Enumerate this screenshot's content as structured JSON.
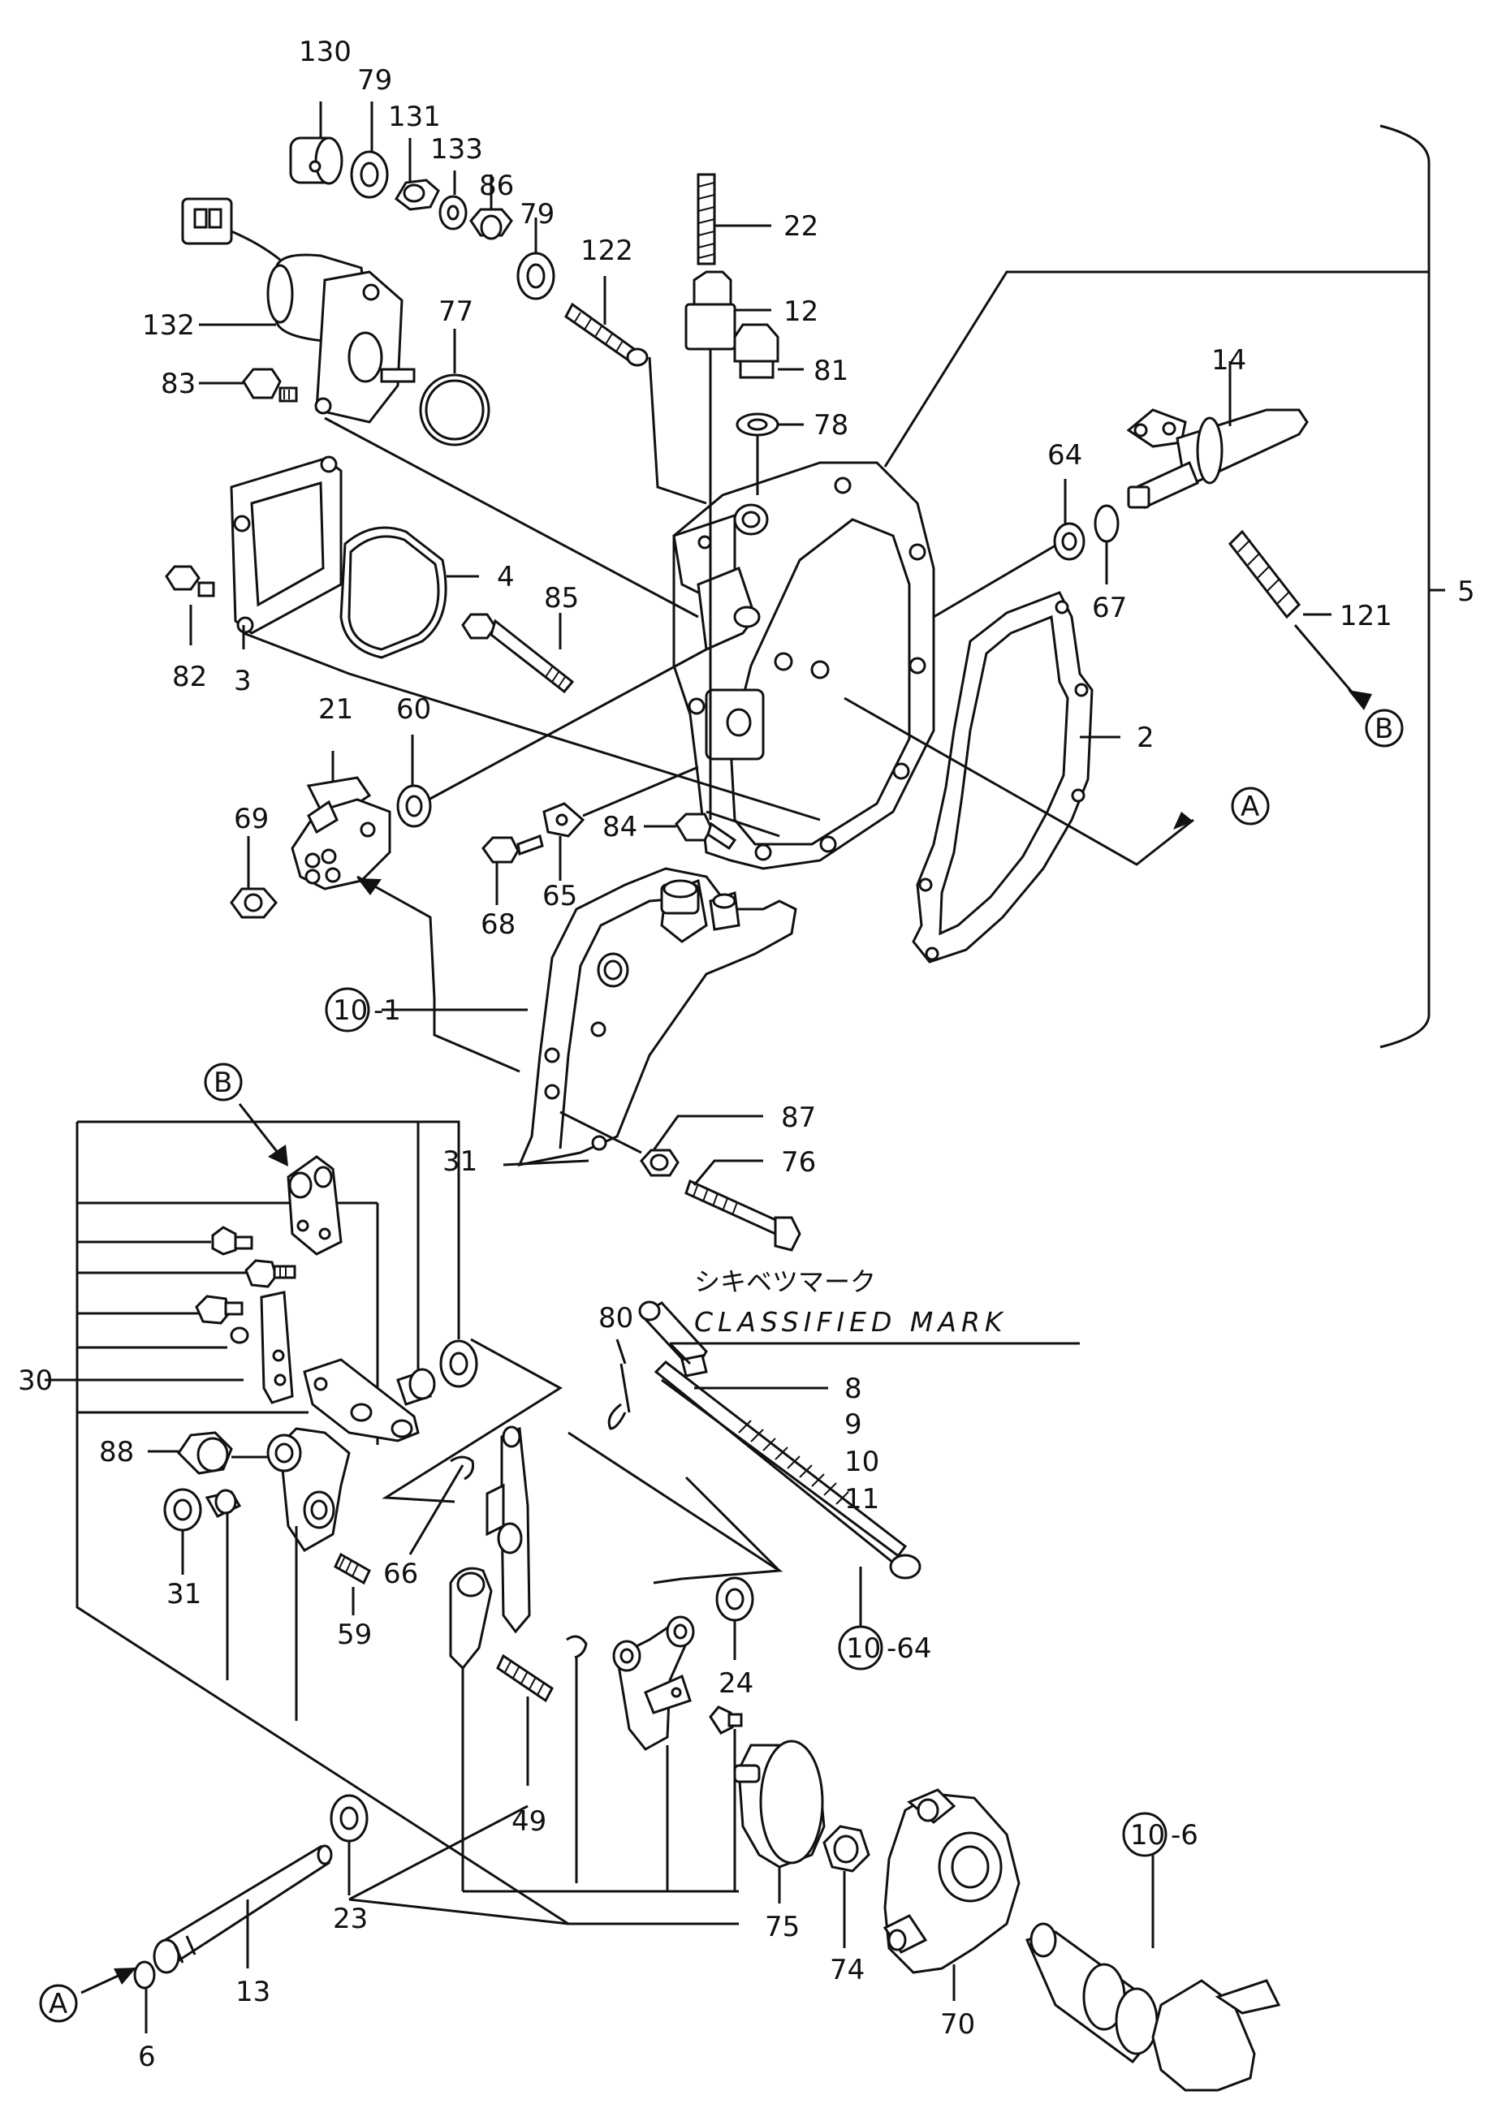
{
  "diagram": {
    "part_numbers": [
      "130",
      "79",
      "131",
      "133",
      "86",
      "79",
      "122",
      "22",
      "12",
      "81",
      "78",
      "132",
      "83",
      "77",
      "14",
      "64",
      "67",
      "121",
      "5",
      "4",
      "85",
      "82",
      "3",
      "2",
      "21",
      "60",
      "69",
      "84",
      "65",
      "68",
      "87",
      "76",
      "31",
      "30",
      "88",
      "31",
      "59",
      "66",
      "80",
      "8",
      "9",
      "10",
      "11",
      "24",
      "49",
      "75",
      "74",
      "70",
      "23",
      "13",
      "6"
    ],
    "circle_refs": {
      "b_top": "B",
      "a_top": "A",
      "b_mid": "B",
      "a_bottom": "A",
      "ten": "10",
      "suffix_1": "-1",
      "suffix_64": "-64",
      "suffix_6": "-6"
    },
    "classified_mark": {
      "japanese": "シキベツマーク",
      "english": "CLASSIFIED MARK"
    }
  }
}
